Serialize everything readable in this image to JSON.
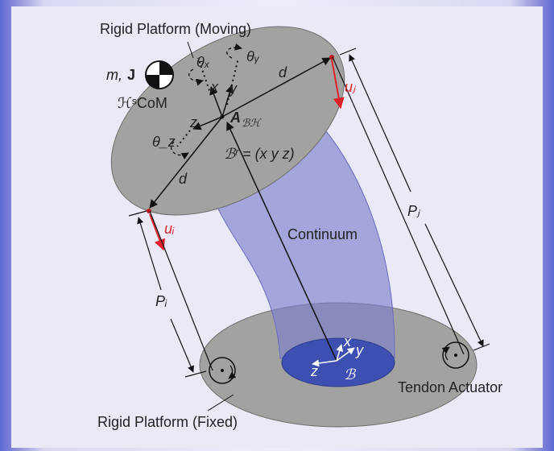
{
  "labels": {
    "moving_platform": "Rigid Platform (Moving)",
    "fixed_platform": "Rigid Platform (Fixed)",
    "continuum": "Continuum",
    "tendon_actuator": "Tendon Actuator",
    "mass": "m,",
    "inertia": "J",
    "com": "ℋˢCoM",
    "pose": "ℬʳ = (x   y   z)",
    "transform": "A",
    "transform_sub": "ℬℋ",
    "base_frame": "ℬ",
    "d_top": "d",
    "d_left": "d",
    "theta_x": "θₓ",
    "theta_y": "θᵧ",
    "theta_z": "θ_z",
    "u_i": "uᵢ",
    "u_j": "uⱼ",
    "P_i": "Pᵢ",
    "P_j": "Pⱼ",
    "axis_x_top": "x",
    "axis_y_top": "y",
    "axis_z_top": "z",
    "axis_x_base": "x",
    "axis_y_base": "y",
    "axis_z_base": "z"
  },
  "colors": {
    "platform": "#a2a2a0",
    "continuum": "#7d80cc",
    "base_disk": "#3d4fb0",
    "actuation": "#e0222a"
  }
}
